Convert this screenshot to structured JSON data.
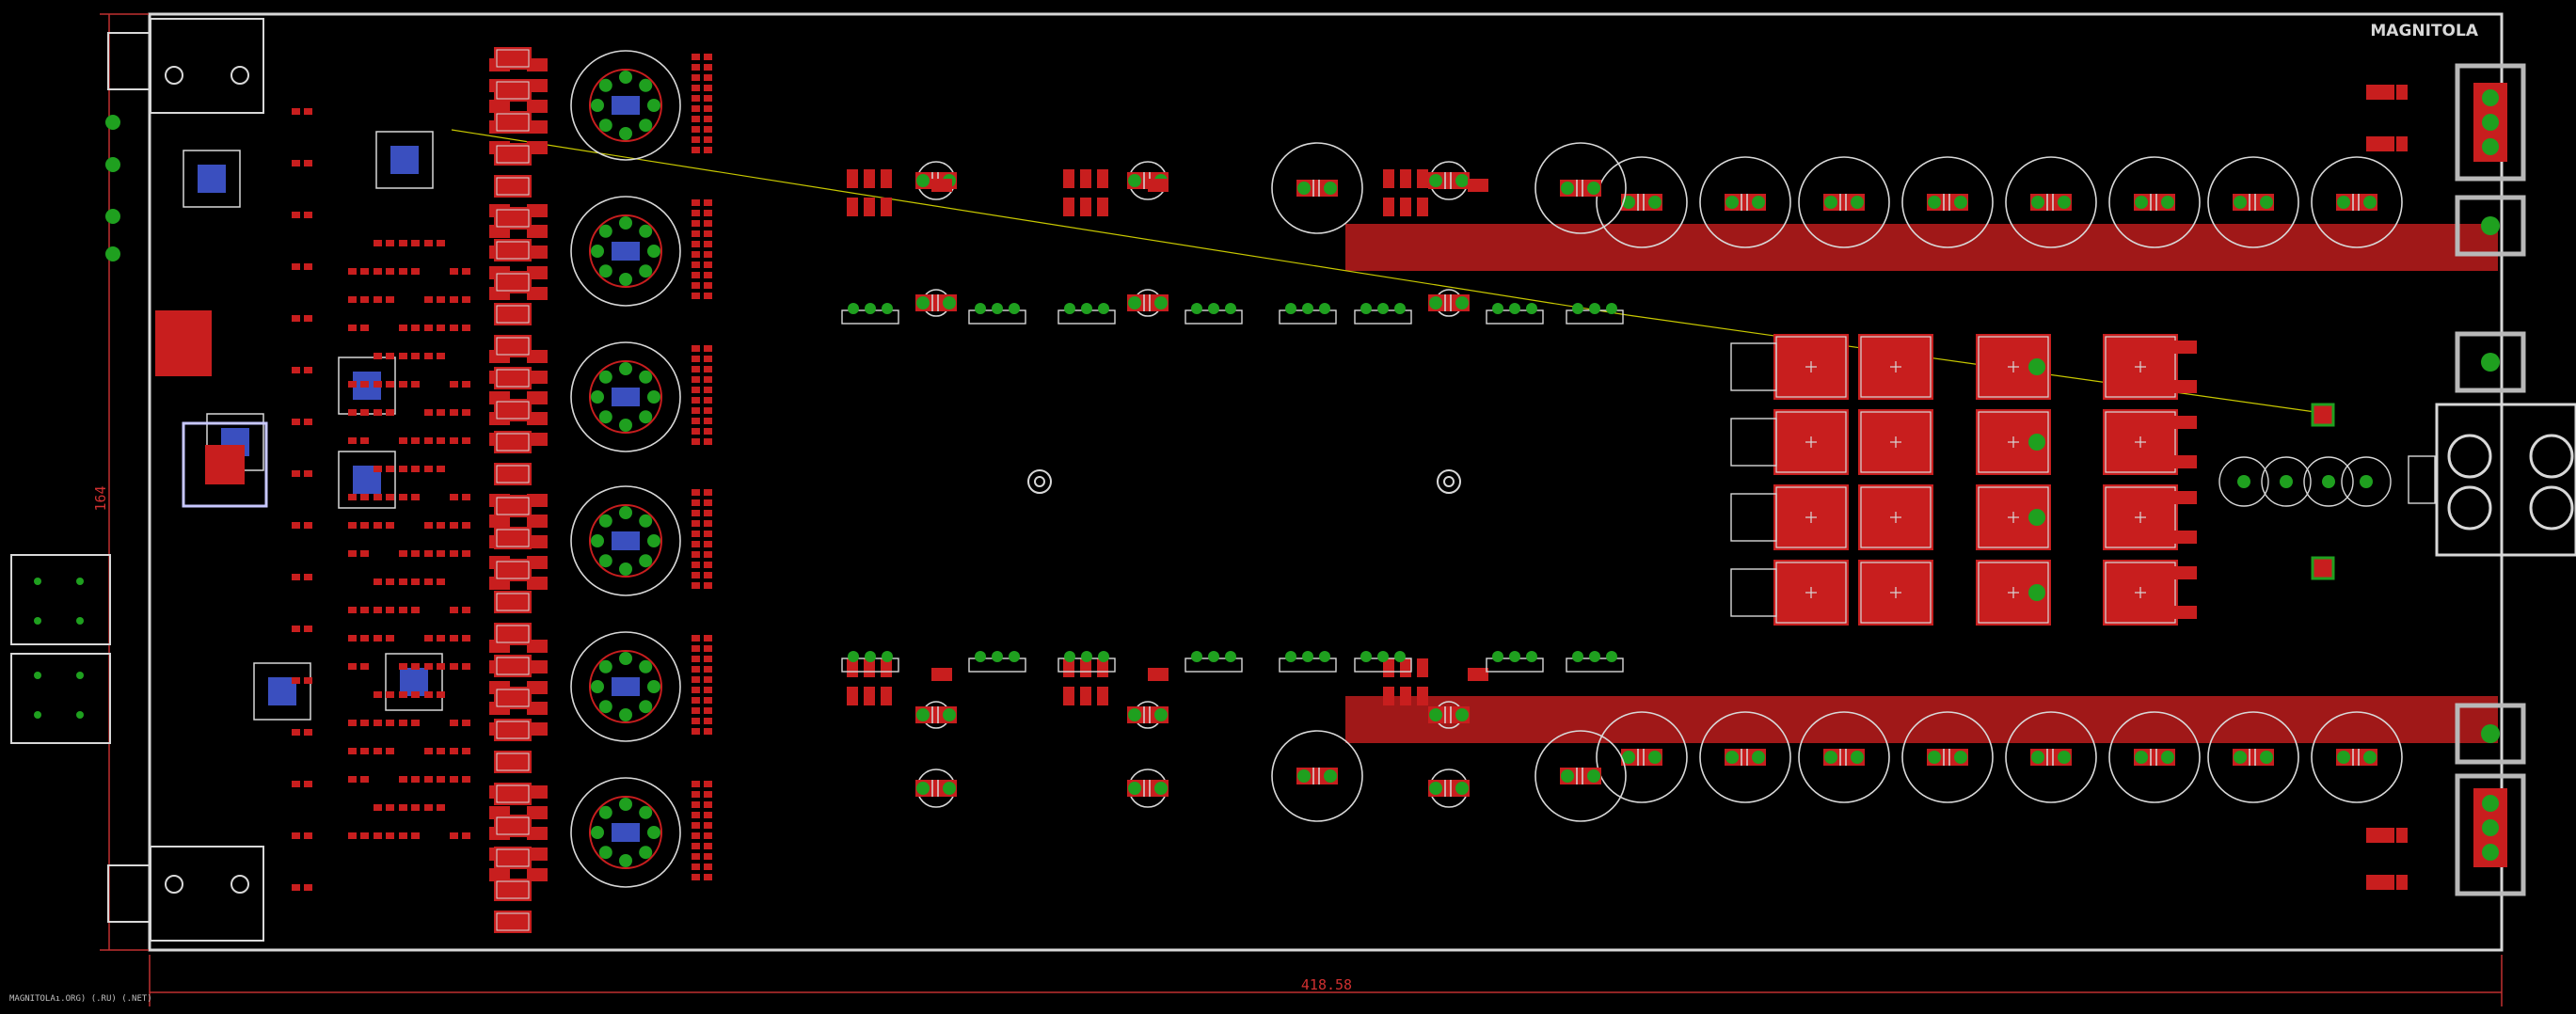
{
  "board": {
    "width_dimension": "418.58",
    "height_dimension": "164",
    "brand_logo": "MAGNITOLA",
    "footer_text": "MAGNITOLAı.ORG) (.RU) (.NET)"
  },
  "palette": {
    "background": "#000000",
    "board_outline": "#d8d8d8",
    "copper": "#c81e1e",
    "copper_fill": "#a01818",
    "pads": "#1fa01f",
    "silkscreen": "#d8d8d8",
    "airwire": "#c8c800",
    "dimension": "#d03030"
  },
  "icons": {
    "capacitor": "electrolytic-capacitor-icon",
    "transistor": "to220-transistor-icon",
    "mounting_hole": "mounting-hole-icon",
    "connector": "terminal-block-icon",
    "ic": "smd-ic-icon"
  }
}
